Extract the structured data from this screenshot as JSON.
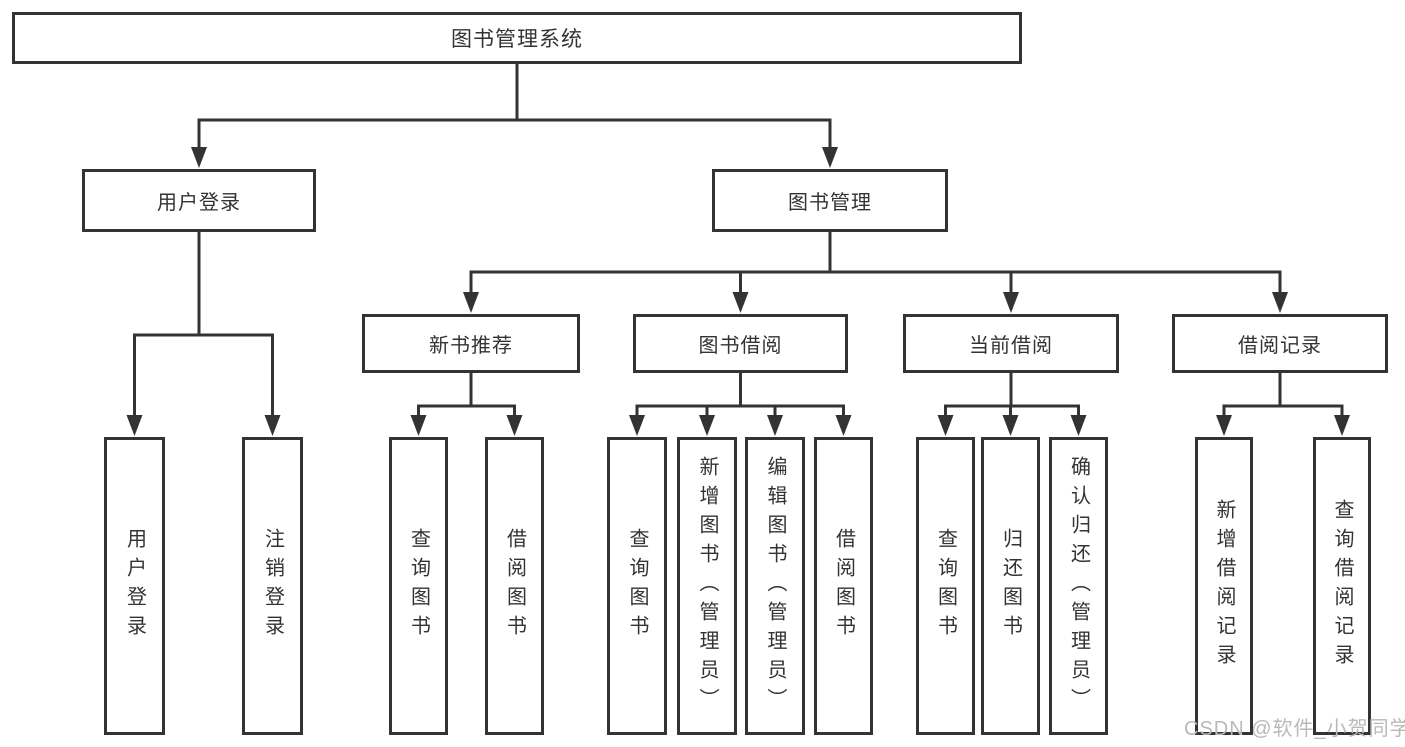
{
  "diagram": {
    "title": "图书管理系统",
    "nodes": [
      {
        "id": "root",
        "label": "图书管理系统",
        "orient": "h"
      },
      {
        "id": "user-login",
        "label": "用户登录",
        "orient": "h"
      },
      {
        "id": "book-mgmt",
        "label": "图书管理",
        "orient": "h"
      },
      {
        "id": "new-books",
        "label": "新书推荐",
        "orient": "h"
      },
      {
        "id": "book-borrow",
        "label": "图书借阅",
        "orient": "h"
      },
      {
        "id": "current-borrow",
        "label": "当前借阅",
        "orient": "h"
      },
      {
        "id": "borrow-records",
        "label": "借阅记录",
        "orient": "h"
      },
      {
        "id": "leaf-user-login",
        "label": "用户登录",
        "orient": "v"
      },
      {
        "id": "leaf-logout",
        "label": "注销登录",
        "orient": "v"
      },
      {
        "id": "leaf-query-books-1",
        "label": "查询图书",
        "orient": "v"
      },
      {
        "id": "leaf-borrow-books-1",
        "label": "借阅图书",
        "orient": "v"
      },
      {
        "id": "leaf-query-books-2",
        "label": "查询图书",
        "orient": "v"
      },
      {
        "id": "leaf-add-book",
        "label": "新增图书（管理员）",
        "orient": "v"
      },
      {
        "id": "leaf-edit-book",
        "label": "编辑图书（管理员）",
        "orient": "v"
      },
      {
        "id": "leaf-borrow-books-2",
        "label": "借阅图书",
        "orient": "v"
      },
      {
        "id": "leaf-query-books-3",
        "label": "查询图书",
        "orient": "v"
      },
      {
        "id": "leaf-return-book",
        "label": "归还图书",
        "orient": "v"
      },
      {
        "id": "leaf-confirm-return",
        "label": "确认归还（管理员）",
        "orient": "v"
      },
      {
        "id": "leaf-add-record",
        "label": "新增借阅记录",
        "orient": "v"
      },
      {
        "id": "leaf-query-record",
        "label": "查询借阅记录",
        "orient": "v"
      }
    ],
    "hierarchy": [
      {
        "parent": "root",
        "children": [
          "user-login",
          "book-mgmt"
        ]
      },
      {
        "parent": "user-login",
        "children": [
          "leaf-user-login",
          "leaf-logout"
        ]
      },
      {
        "parent": "book-mgmt",
        "children": [
          "new-books",
          "book-borrow",
          "current-borrow",
          "borrow-records"
        ]
      },
      {
        "parent": "new-books",
        "children": [
          "leaf-query-books-1",
          "leaf-borrow-books-1"
        ]
      },
      {
        "parent": "book-borrow",
        "children": [
          "leaf-query-books-2",
          "leaf-add-book",
          "leaf-edit-book",
          "leaf-borrow-books-2"
        ]
      },
      {
        "parent": "current-borrow",
        "children": [
          "leaf-query-books-3",
          "leaf-return-book",
          "leaf-confirm-return"
        ]
      },
      {
        "parent": "borrow-records",
        "children": [
          "leaf-add-record",
          "leaf-query-record"
        ]
      }
    ]
  },
  "watermark": "CSDN @软件_小贺同学",
  "colors": {
    "line": "#333333",
    "text": "#333333",
    "box_background": "#ffffff",
    "watermark": "#b9b9b9",
    "background": "#ffffff"
  }
}
